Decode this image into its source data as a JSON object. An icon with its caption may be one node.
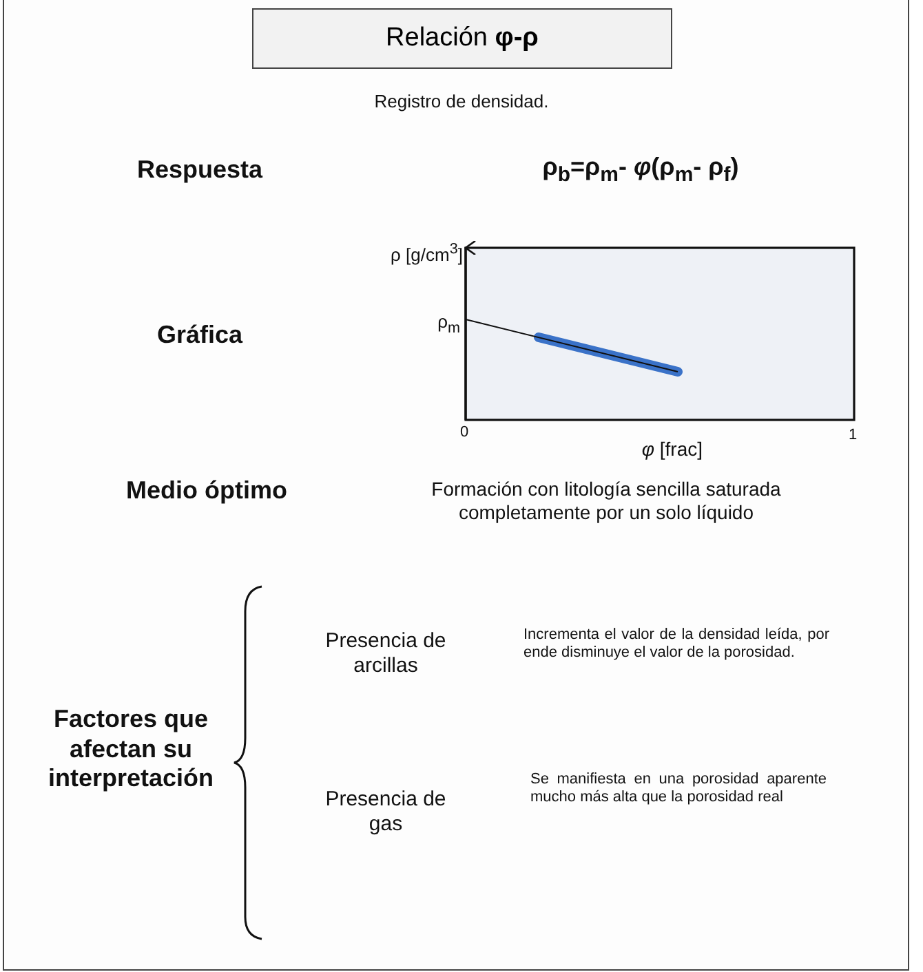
{
  "diagram": {
    "nodes": [
      {
        "text": [
          "Relación **φ-ρ**"
        ]
      }
    ],
    "edges": [],
    "labels": [
      "Registro de densidad.",
      "Respuesta",
      "ρ$_{b}$=ρ$_{m}$- *φ*(ρ$_{m}$- ρ$_{f}$)",
      "ρ [g/cm$^{3}$]",
      "Gráfica",
      "ρ$_{m}$",
      "0",
      "*φ* [frac]",
      "1",
      "Medio óptimo",
      "Formación con litología sencilla saturada completamente por un solo líquido",
      "Presencia de arcillas",
      "Incrementa el valor de la densidad leída, por ende disminuye el valor de la porosidad.",
      "Factores que afectan su interpretación",
      "Presencia de gas",
      "Se manifiesta en una porosidad aparente mucho más alta que la porosidad real"
    ]
  }
}
